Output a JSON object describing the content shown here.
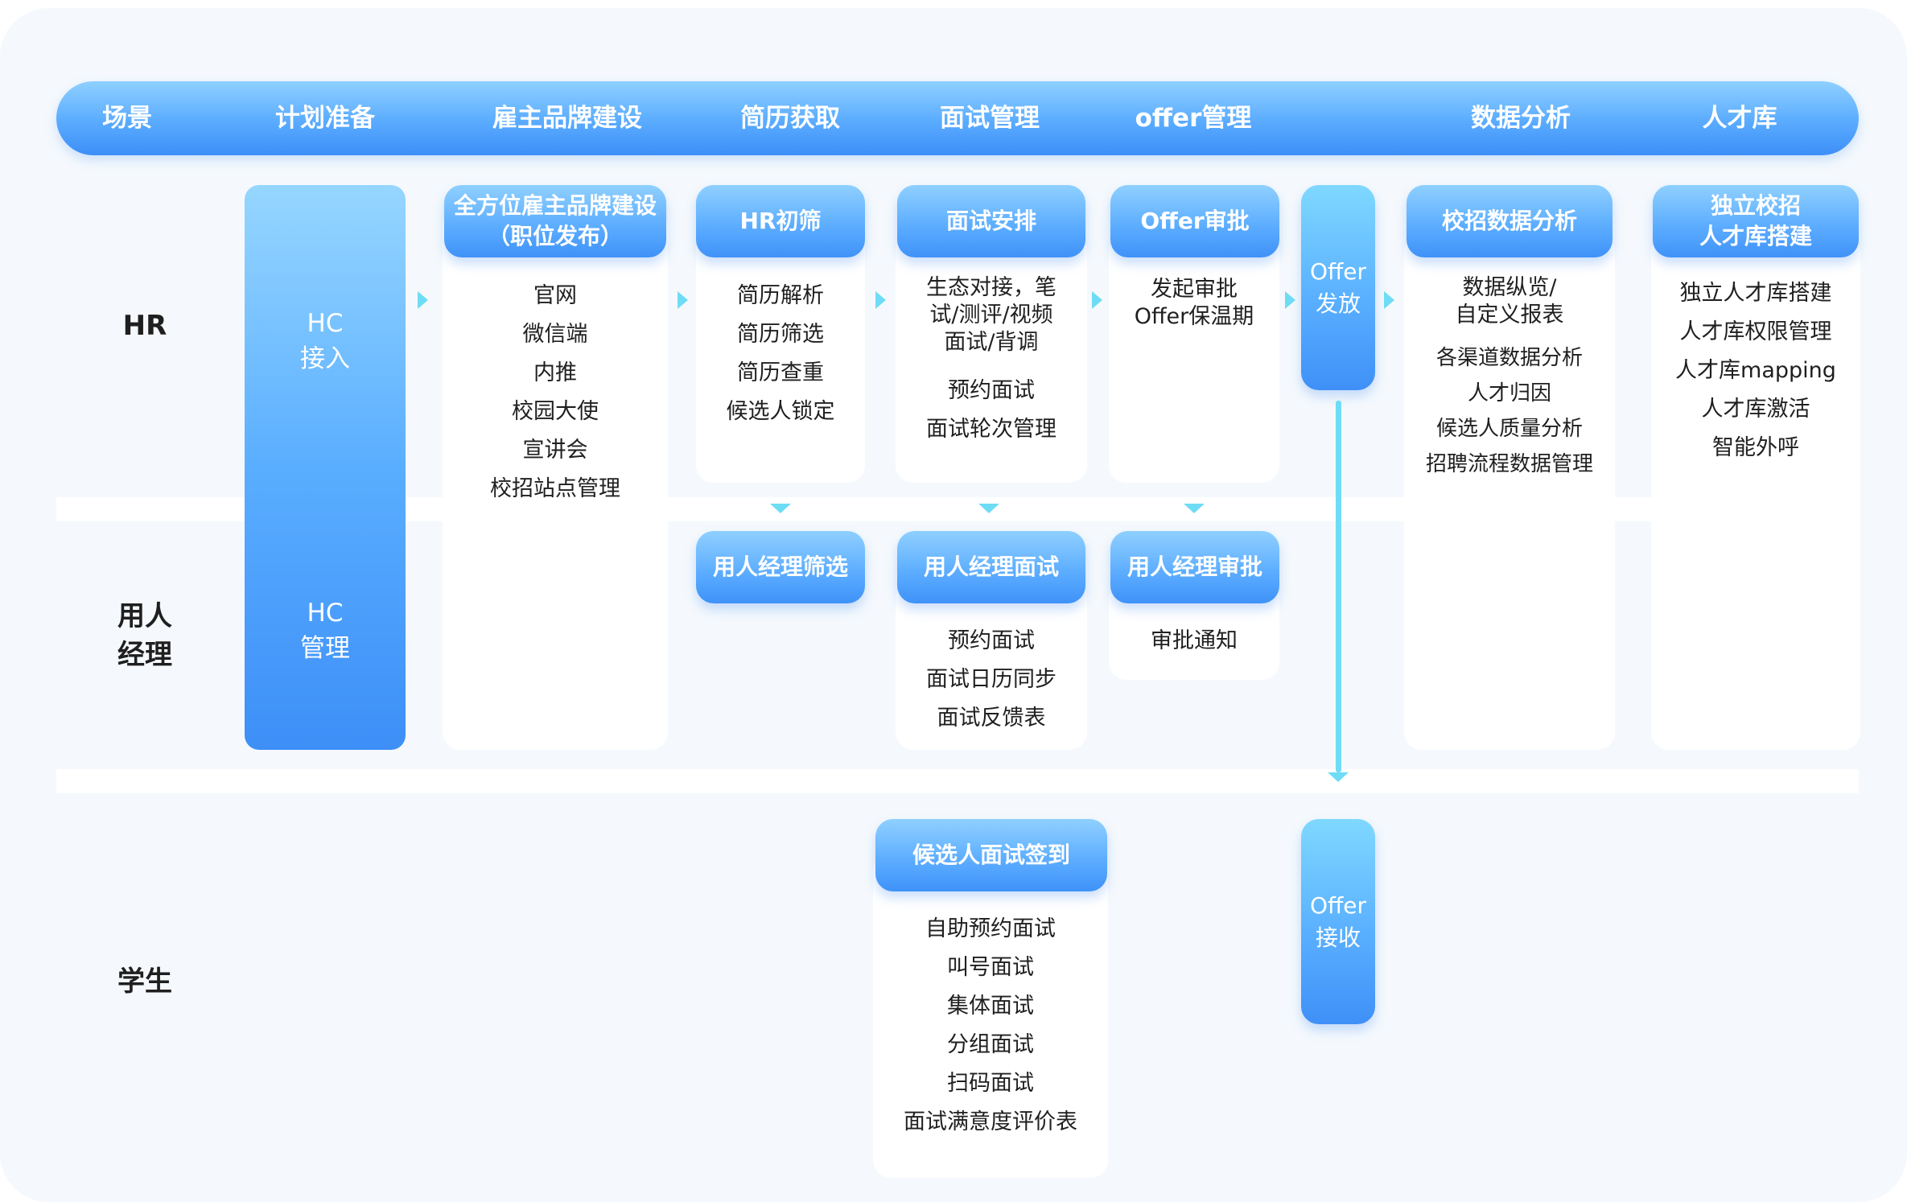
{
  "header": [
    "场景",
    "计划准备",
    "雇主品牌建设",
    "简历获取",
    "面试管理",
    "offer管理",
    "数据分析",
    "人才库"
  ],
  "rows": {
    "hr": "HR",
    "manager": [
      "用人",
      "经理"
    ],
    "student": "学生"
  },
  "hc": {
    "access": [
      "HC",
      "接入"
    ],
    "manage": [
      "HC",
      "管理"
    ]
  },
  "brand": {
    "title": [
      "全方位雇主品牌建设",
      "（职位发布）"
    ],
    "items": [
      "官网",
      "微信端",
      "内推",
      "校园大使",
      "宣讲会",
      "校招站点管理"
    ]
  },
  "resume": {
    "hr_title": "HR初筛",
    "hr_items": [
      "简历解析",
      "简历筛选",
      "简历查重",
      "候选人锁定"
    ],
    "mgr_title": "用人经理筛选"
  },
  "interview": {
    "hr_title": "面试安排",
    "hr_lines": [
      "生态对接，笔",
      "试/测评/视频",
      "面试/背调"
    ],
    "hr_items": [
      "预约面试",
      "面试轮次管理"
    ],
    "mgr_title": "用人经理面试",
    "mgr_items": [
      "预约面试",
      "面试日历同步",
      "面试反馈表"
    ],
    "stu_title": "候选人面试签到",
    "stu_items": [
      "自助预约面试",
      "叫号面试",
      "集体面试",
      "分组面试",
      "扫码面试",
      "面试满意度评价表"
    ]
  },
  "offer": {
    "hr_title": "Offer审批",
    "hr_items": [
      "发起审批",
      "Offer保温期"
    ],
    "mgr_title": "用人经理审批",
    "mgr_items": [
      "审批通知"
    ],
    "send": [
      "Offer",
      "发放"
    ],
    "receive": [
      "Offer",
      "接收"
    ]
  },
  "data": {
    "title": "校招数据分析",
    "lines": [
      "数据纵览/",
      "自定义报表"
    ],
    "items": [
      "各渠道数据分析",
      "人才归因",
      "候选人质量分析",
      "招聘流程数据管理"
    ]
  },
  "talent": {
    "title": [
      "独立校招",
      "人才库搭建"
    ],
    "items": [
      "独立人才库搭建",
      "人才库权限管理",
      "人才库mapping",
      "人才库激活",
      "智能外呼"
    ]
  }
}
